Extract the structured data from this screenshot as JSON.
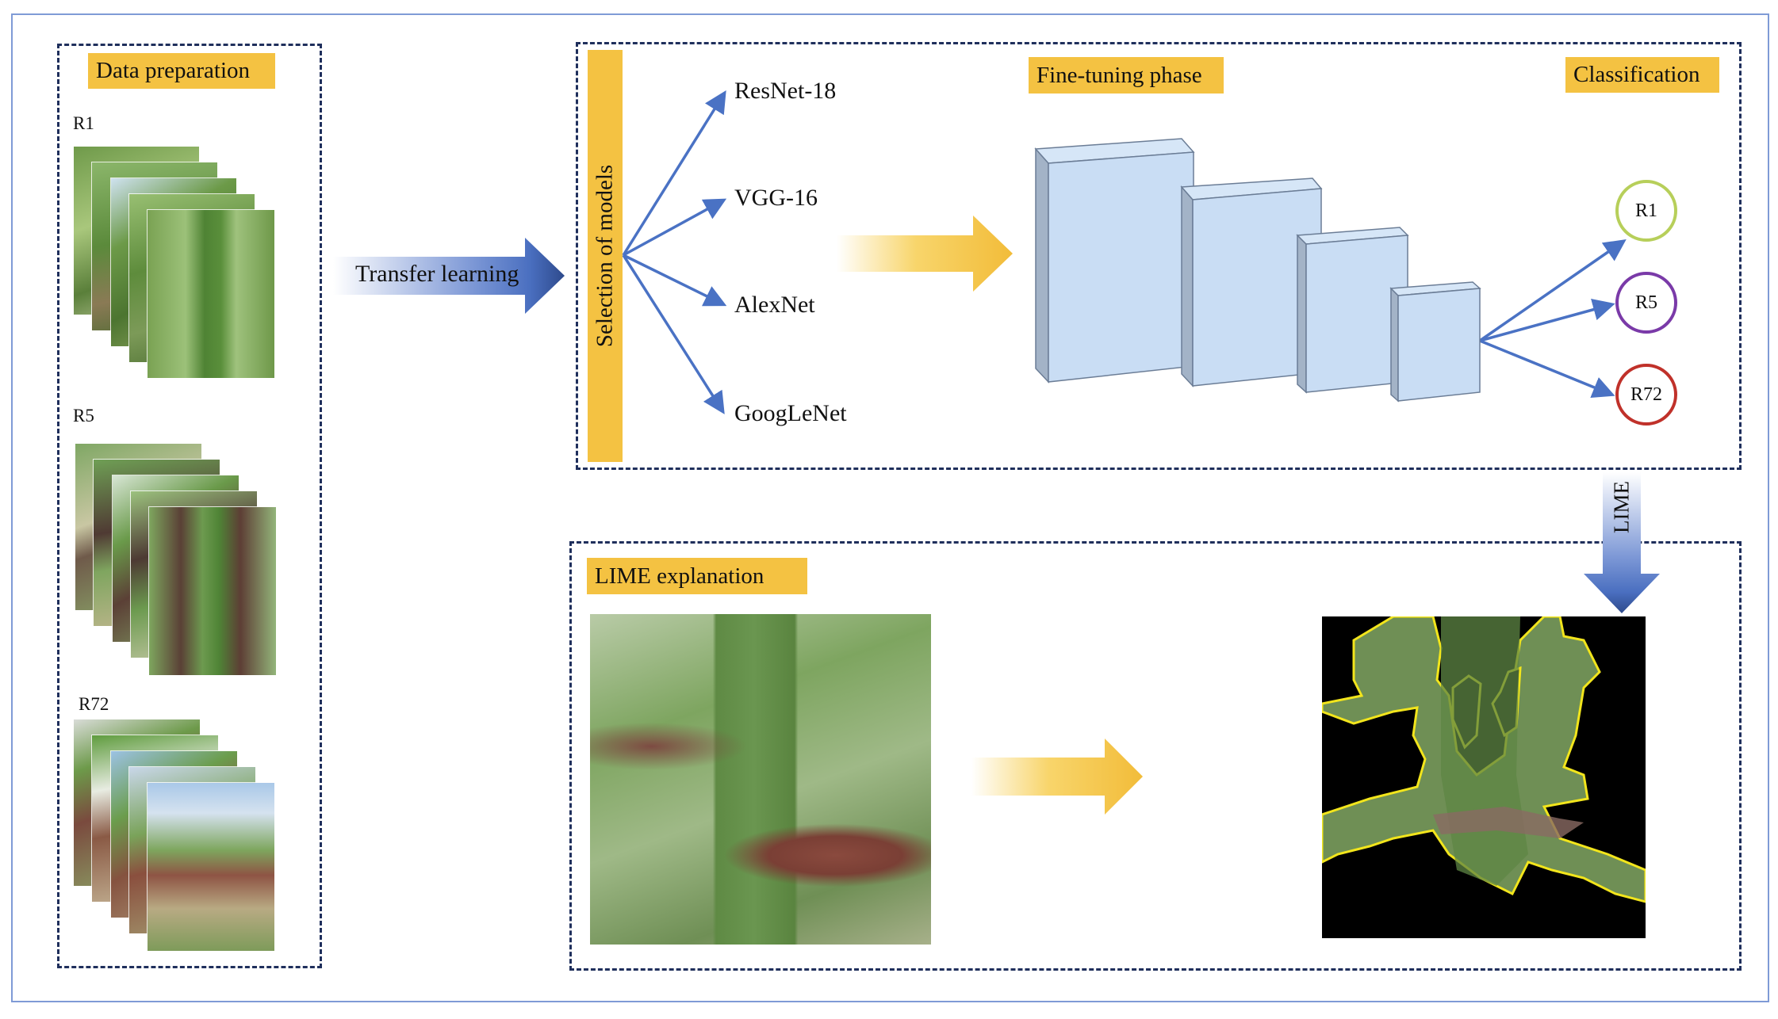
{
  "data_preparation": {
    "title": "Data preparation",
    "classes": [
      {
        "label": "R1"
      },
      {
        "label": "R5"
      },
      {
        "label": "R72"
      }
    ]
  },
  "transfer": {
    "label": "Transfer learning"
  },
  "model_selection": {
    "title": "Selection of models",
    "models": [
      "ResNet-18",
      "VGG-16",
      "AlexNet",
      "GoogLeNet"
    ]
  },
  "fine_tuning": {
    "title": "Fine-tuning phase"
  },
  "classification": {
    "title": "Classification",
    "outputs": [
      {
        "label": "R1",
        "color": "#b7cf5a"
      },
      {
        "label": "R5",
        "color": "#7a3aa8"
      },
      {
        "label": "R72",
        "color": "#c0312a"
      }
    ]
  },
  "lime_arrow": {
    "label": "LIME"
  },
  "lime_explanation": {
    "title": "LIME explanation"
  },
  "colors": {
    "tag": "#f4c242",
    "arrow_blue": "#4a72c4",
    "dash": "#1f2f5c",
    "block_face": "#c9ddf4",
    "block_side": "#a3b3c7"
  }
}
